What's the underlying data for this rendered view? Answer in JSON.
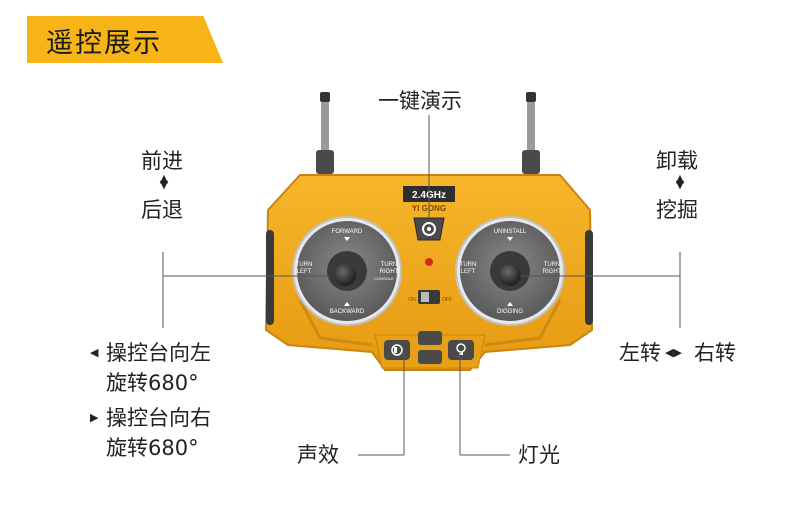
{
  "header": {
    "title": "遥控展示"
  },
  "labels": {
    "demo": "一键演示",
    "forward": "前进",
    "backward": "后退",
    "unload": "卸载",
    "dig": "挖掘",
    "rotate_left_1": "操控台向左",
    "rotate_left_2": "旋转680°",
    "rotate_right_1": "操控台向右",
    "rotate_right_2": "旋转680°",
    "turn": "左转",
    "turn_right": "右转",
    "sound": "声效",
    "light": "灯光"
  },
  "remote": {
    "brand_freq": "2.4GHz",
    "brand_name": "YI GONG",
    "left_stick": {
      "top": "FORWARD",
      "bottom": "BACKWARD",
      "left_1": "TURN",
      "left_2": "LEFT",
      "right_1": "TURN",
      "right_2": "RIGHT",
      "console": "CONSOLE"
    },
    "right_stick": {
      "top": "UNINSTALL",
      "bottom": "DIGGING",
      "left_1": "TURN",
      "left_2": "LEFT",
      "right_1": "TURN",
      "right_2": "RIGHT"
    },
    "switch_on": "ON",
    "switch_off": "OFF"
  },
  "colors": {
    "accent": "#f6b417",
    "body": "#f2a81a",
    "dial": "#6b6b6b",
    "dark": "#3a3a3a"
  },
  "icons": [
    "gear-icon",
    "speaker-icon",
    "bulb-icon"
  ]
}
